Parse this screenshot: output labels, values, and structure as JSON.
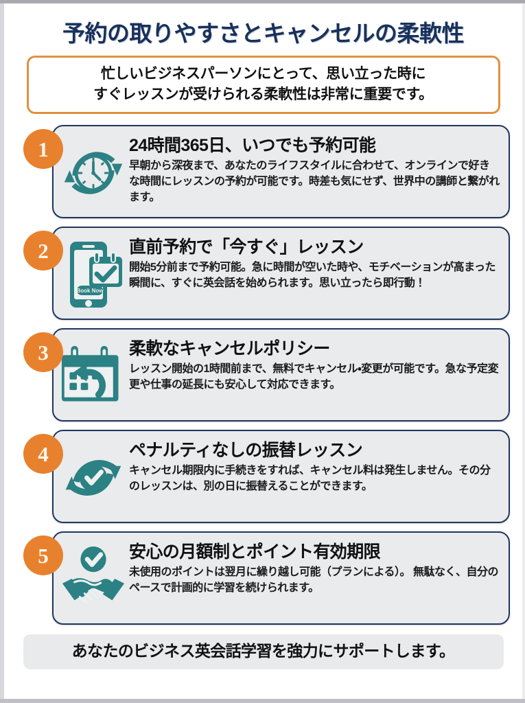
{
  "colors": {
    "title": "#17315c",
    "accent_orange": "#e8812e",
    "callout_border": "#e0913f",
    "card_border": "#20365e",
    "card_fill": "#e9ebed",
    "icon_teal": "#2b8183",
    "page_background": "#ffffff",
    "footer_fill": "#e9eaec"
  },
  "header": {
    "title": "予約の取りやすさとキャンセルの柔軟性"
  },
  "callout": {
    "line1": "忙しいビジネスパーソンにとって、思い立った時に",
    "line2": "すぐレッスンが受けられる柔軟性は非常に重要です。"
  },
  "cards": [
    {
      "number": "1",
      "icon": "clock-refresh-icon",
      "heading": "24時間365日、いつでも予約可能",
      "body": "早朝から深夜まで、あなたのライフスタイルに合わせて、オンラインで好きな時間にレッスンの予約が可能です。時差も気にせず、世界中の講師と繋がれます。"
    },
    {
      "number": "2",
      "icon": "smartphone-booking-icon",
      "icon_label": "Book Now",
      "heading": "直前予約で「今すぐ」レッスン",
      "body": "開始5分前まで予約可能。急に時間が空いた時や、モチベーションが高まった瞬間に、すぐに英会話を始められます。思い立ったら即行動！"
    },
    {
      "number": "3",
      "icon": "calendar-undo-icon",
      "heading": "柔軟なキャンセルポリシー",
      "body": "レッスン開始の1時間前まで、無料でキャンセル・変更が可能です。急な予定変更や仕事の延長にも安心して対応できます。"
    },
    {
      "number": "4",
      "icon": "refresh-check-icon",
      "heading": "ペナルティなしの振替レッスン",
      "body": "キャンセル期限内に手続きをすれば、キャンセル料は発生しません。その分のレッスンは、別の日に振替えることができます。"
    },
    {
      "number": "5",
      "icon": "handshake-check-icon",
      "heading": "安心の月額制とポイント有効期限",
      "body": "未使用のポイントは翌月に繰り越し可能（プランによる）。 無駄なく、自分のペースで計画的に学習を続けられます。"
    }
  ],
  "footer": {
    "text": "あなたのビジネス英会話学習を強力にサポートします。"
  }
}
